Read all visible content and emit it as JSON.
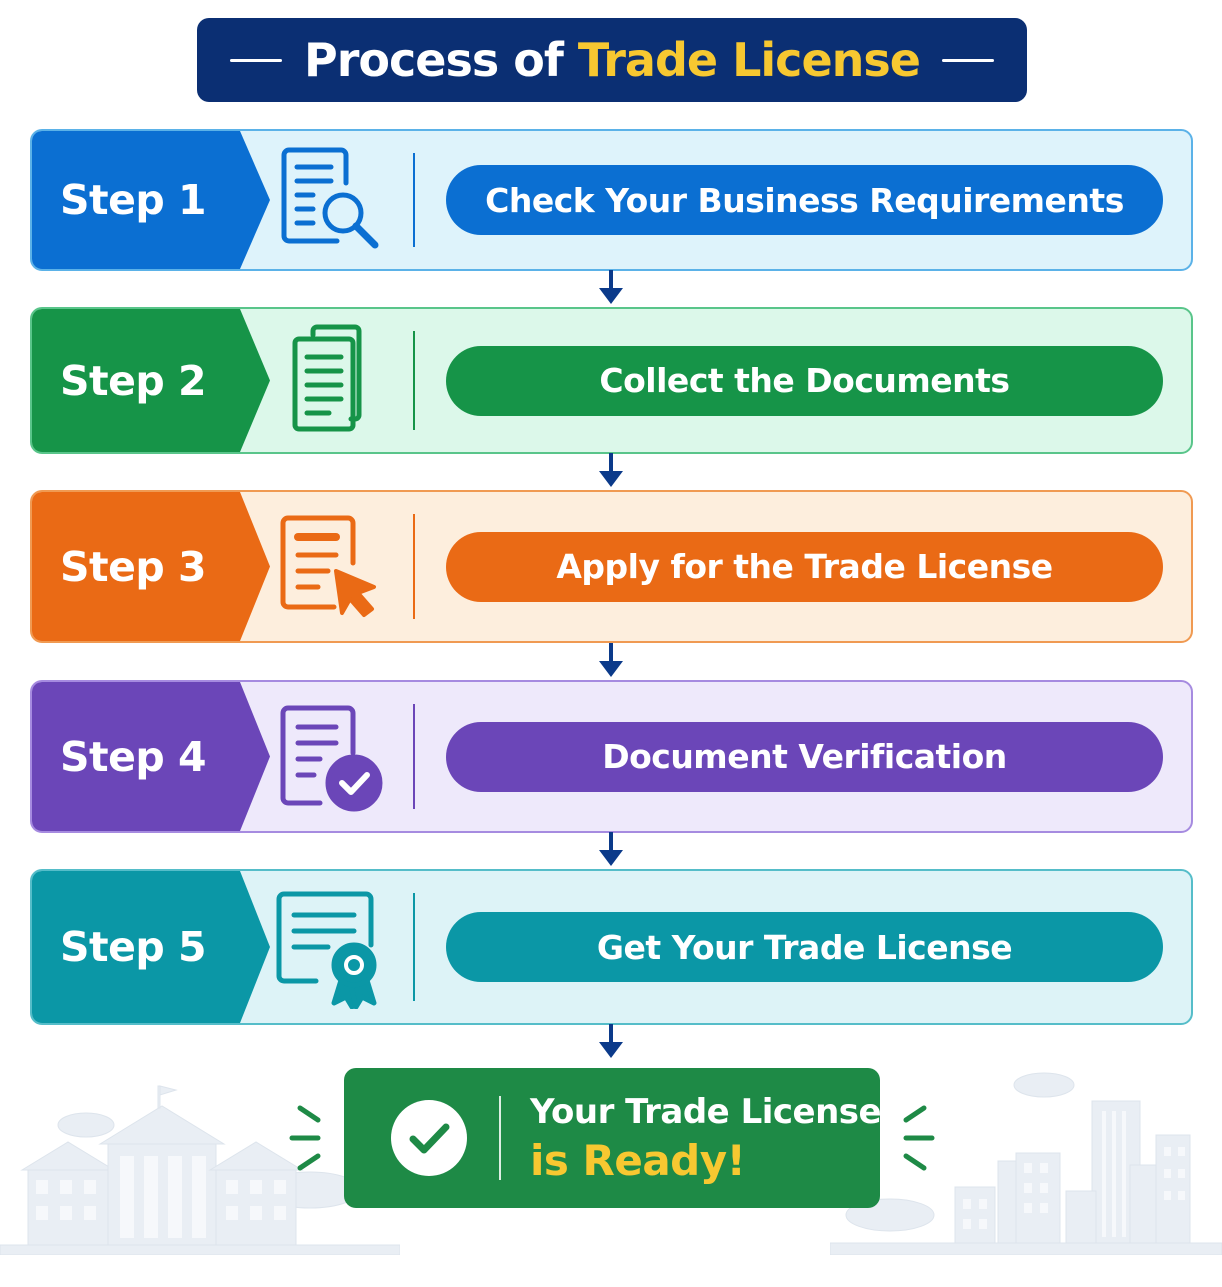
{
  "title": {
    "prefix": "Process of",
    "accent": "Trade License"
  },
  "steps": [
    {
      "badge": "Step 1",
      "label": "Check Your Business Requirements",
      "icon": "document-search-icon",
      "color": "#0b6fd2",
      "bg": "#def3fb",
      "border": "#5bb2e8"
    },
    {
      "badge": "Step 2",
      "label": "Collect the Documents",
      "icon": "documents-stack-icon",
      "color": "#169448",
      "bg": "#dcf8ea",
      "border": "#59c58a"
    },
    {
      "badge": "Step 3",
      "label": "Apply for the Trade License",
      "icon": "document-cursor-icon",
      "color": "#ea6a15",
      "bg": "#fdeedd",
      "border": "#f09a52"
    },
    {
      "badge": "Step 4",
      "label": "Document Verification",
      "icon": "document-check-icon",
      "color": "#6b46b8",
      "bg": "#eee9fb",
      "border": "#a68be0"
    },
    {
      "badge": "Step 5",
      "label": "Get Your Trade License",
      "icon": "certificate-award-icon",
      "color": "#0b97a6",
      "bg": "#ddf3f7",
      "border": "#55bdc9"
    }
  ],
  "final": {
    "line1": "Your Trade License",
    "line2": "is Ready!",
    "icon": "check-circle-icon"
  },
  "colors": {
    "title_bg": "#0b2f73",
    "accent_yellow": "#f7c831",
    "arrow": "#0b3a8a",
    "final_bg": "#1e8a46"
  }
}
